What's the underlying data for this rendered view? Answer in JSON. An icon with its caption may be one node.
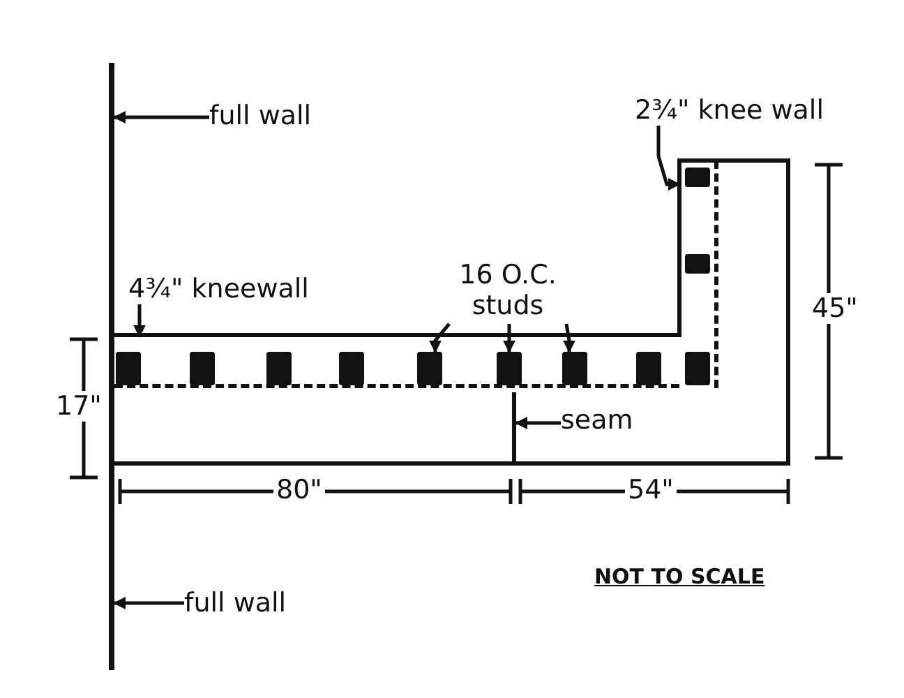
{
  "diagram": {
    "nodes": [
      {
        "text": [
          "full wall"
        ]
      },
      {
        "text": [],
        "shape": "bar"
      },
      {
        "text": [
          "2¾\" knee wall"
        ]
      },
      {
        "text": [],
        "shape": "bar"
      },
      {
        "text": [
          "4¾\" kneewall"
        ]
      },
      {
        "text": [
          "16 O.C. studs"
        ]
      },
      {
        "text": [],
        "shape": "bar"
      },
      {
        "text": [],
        "shape": "box",
        "in": 6
      },
      {
        "text": [],
        "shape": "box",
        "in": 6
      },
      {
        "text": [],
        "shape": "box",
        "in": 6
      },
      {
        "text": [
          "seam"
        ]
      },
      {
        "text": [],
        "shape": "bar"
      },
      {
        "text": [
          "full wall"
        ]
      }
    ],
    "edges": [
      {
        "from": 0,
        "to": 1,
        "arrow": "to"
      },
      {
        "from": 2,
        "to": 3,
        "arrow": "to"
      },
      {
        "from": 4,
        "to": 6,
        "arrow": "to"
      },
      {
        "from": 5,
        "to": 7,
        "arrow": "to"
      },
      {
        "from": 5,
        "to": 8,
        "arrow": "to"
      },
      {
        "from": 5,
        "to": 9,
        "arrow": "to"
      },
      {
        "from": 10,
        "to": 11,
        "arrow": "to"
      },
      {
        "from": 12,
        "to": 1,
        "arrow": "to"
      }
    ],
    "labels": [
      "17\"",
      "45\"",
      "80\"",
      "54\"",
      "NOT TO SCALE"
    ]
  }
}
